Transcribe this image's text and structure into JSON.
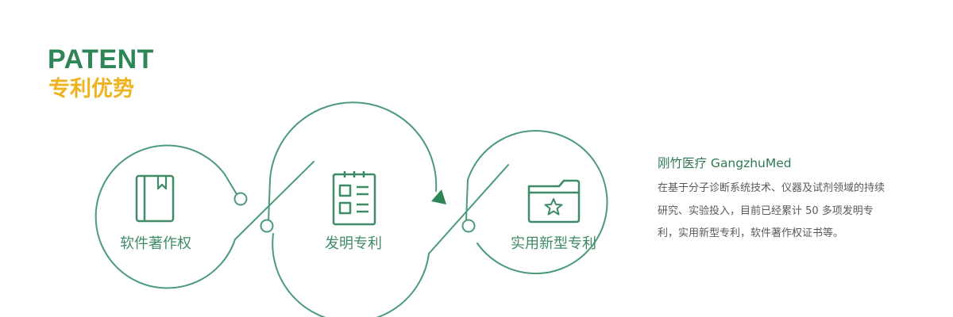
{
  "header": {
    "title_en": "PATENT",
    "title_cn": "专利优势"
  },
  "colors": {
    "brand_green": "#2e8657",
    "line_green": "#4c9b78",
    "accent_yellow": "#eeb320",
    "body_text": "#5a5a5a"
  },
  "nodes": [
    {
      "label": "软件著作权",
      "icon": "book-icon"
    },
    {
      "label": "发明专利",
      "icon": "document-list-icon"
    },
    {
      "label": "实用新型专利",
      "icon": "folder-star-icon"
    }
  ],
  "description": {
    "title": "刚竹医疗 GangzhuMed",
    "body": "在基于分子诊断系统技术、仪器及试剂领域的持续研究、实验投入，目前已经累计 50 多项发明专利，实用新型专利，软件著作权证书等。"
  }
}
